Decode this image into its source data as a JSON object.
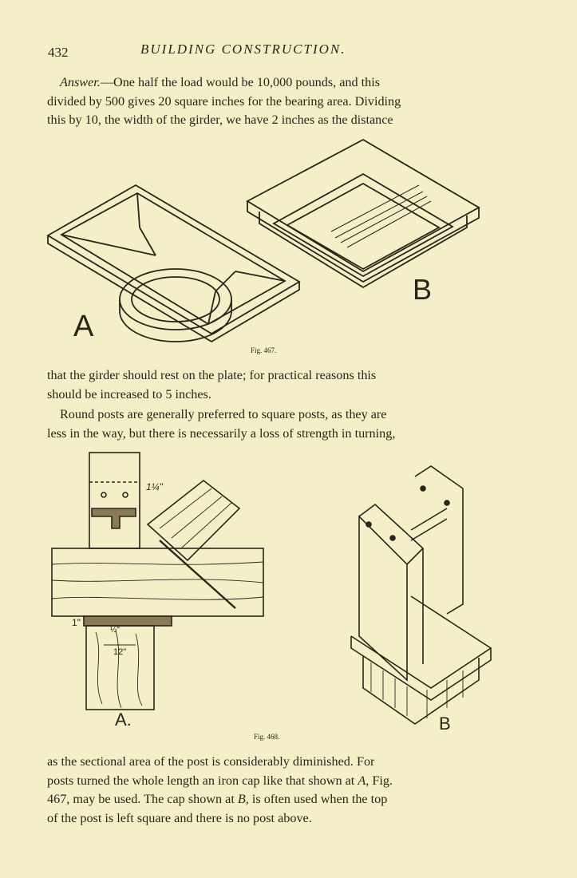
{
  "header": {
    "page_number": "432",
    "running_title": "BUILDING CONSTRUCTION."
  },
  "paragraph1": {
    "lead": "Answer.",
    "lines": [
      "—One half the load would be 10,000 pounds, and this",
      "divided by 500 gives 20 square inches for the bearing area. Dividing",
      "this by 10, the width of the girder, we have 2 inches as the distance"
    ]
  },
  "figure467": {
    "caption": "Fig. 467.",
    "label_a": "A",
    "label_b": "B"
  },
  "paragraph2": {
    "lines": [
      "that the girder should rest on the plate; for practical reasons this",
      "should be increased to 5 inches."
    ]
  },
  "paragraph3": {
    "lines": [
      "Round posts are generally preferred to square posts, as they are",
      "less in the way, but there is necessarily a loss of strength in turning,"
    ]
  },
  "figure468": {
    "caption": "Fig. 468.",
    "label_a": "A.",
    "label_b": "B",
    "dimensions": [
      "1¼\"",
      "1\"",
      "½\"",
      "12\""
    ]
  },
  "paragraph4": {
    "line1": "as the sectional area of the post is considerably diminished. For",
    "line2": "posts turned the whole length an iron cap like that shown at",
    "line2_ref": "A",
    "line2_end": ", Fig.",
    "line3a": "467, may be used. The cap shown at",
    "line3_ref": "B",
    "line3_end": ", is often used when the top",
    "line4": "of the post is left square and there is no post above."
  }
}
